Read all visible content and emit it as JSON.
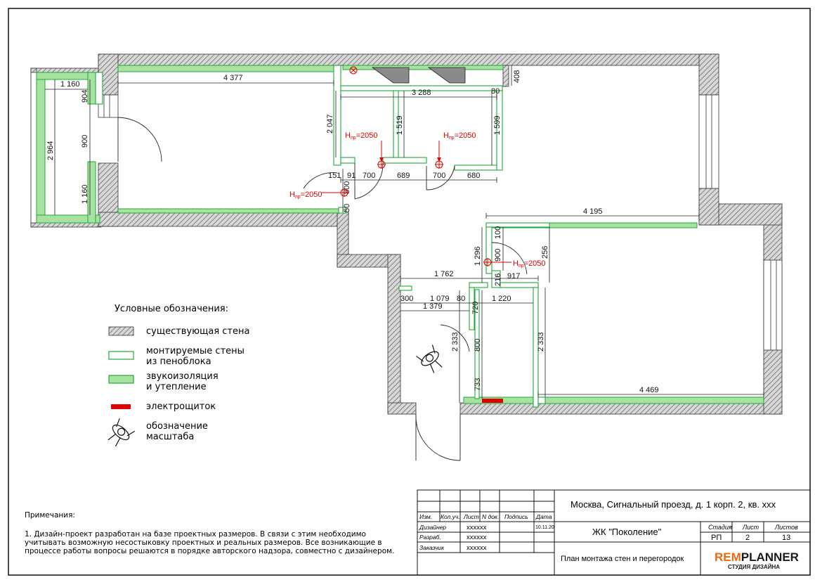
{
  "colors": {
    "existing_wall": "#d8d8d8",
    "new_wall_stroke": "#1fa83a",
    "insulation_fill": "#a8e2a0",
    "panel_red": "#e00000",
    "red_marker": "#e00000",
    "logo_orange": "#e86a10",
    "logo_dark": "#1a1a1a"
  },
  "dimensions": {
    "d4377": "4 377",
    "d1160a": "1 160",
    "d904": "904",
    "d900a": "900",
    "d2964": "2 964",
    "d1160b": "1 160",
    "d3288": "3 288",
    "d80a": "80",
    "d408": "408",
    "d2047": "2 047",
    "d1519": "1 519",
    "d1599": "1 599",
    "d151": "151",
    "d91": "91",
    "d700a": "700",
    "d689": "689",
    "d700b": "700",
    "d680": "680",
    "d800a": "800",
    "d50": "50",
    "d4195": "4 195",
    "d100": "100",
    "d1296": "1 296",
    "d900b": "900",
    "d256": "256",
    "d1762": "1 762",
    "d216": "216",
    "d917": "917",
    "d300": "300",
    "d1079": "1 079",
    "d80b": "80",
    "d1379": "1 379",
    "d720": "720",
    "d1220": "1 220",
    "d2333a": "2 333",
    "d800b": "800",
    "d2333b": "2 333",
    "d733": "733",
    "d4469": "4 469"
  },
  "markers": {
    "h_main": "H",
    "h_sub": "пр",
    "h_val": "=2050"
  },
  "legend": {
    "title": "Условные обозначения:",
    "items": [
      {
        "label_lines": [
          "существующая стена"
        ]
      },
      {
        "label_lines": [
          "монтируемые стены",
          "из пеноблока"
        ]
      },
      {
        "label_lines": [
          "звукоизоляция",
          "и утепление"
        ]
      },
      {
        "label_lines": [
          "электрощиток"
        ]
      },
      {
        "label_lines": [
          "обозначение",
          "масштаба"
        ]
      }
    ]
  },
  "notes": {
    "title": "Примечания:",
    "lines": [
      "1. Дизайн-проект разработан на базе проектных размеров. В связи с этим необходимо",
      "учитывать возможную несостыковку проектных и реальных размеров. Все возникающие в",
      "процессе работы вопросы решаются в порядке авторского надзора, совместно с дизайнером."
    ]
  },
  "title_block": {
    "headers": [
      "Изм.",
      "Кол.уч.",
      "Лист",
      "N док.",
      "Подпись",
      "Дата"
    ],
    "rows": [
      {
        "role": "Дизайнер",
        "name": "xxxxxx",
        "date": "10.11.20"
      },
      {
        "role": "Разраб.",
        "name": "xxxxxx",
        "date": ""
      },
      {
        "role": "Заказчик",
        "name": "xxxxxx",
        "date": ""
      }
    ],
    "address": "Москва, Сигнальный проезд, д. 1 корп. 2, кв. ххх",
    "project": "ЖК \"Поколение\"",
    "drawing_title": "План монтажа стен и перегородок",
    "stage_label": "Стадия",
    "sheet_label": "Лист",
    "sheets_label": "Листов",
    "stage": "РП",
    "sheet": "2",
    "sheets": "13",
    "logo_part1": "REM",
    "logo_part2": "PLANNER",
    "logo_sub": "СТУДИЯ ДИЗАЙНА"
  }
}
